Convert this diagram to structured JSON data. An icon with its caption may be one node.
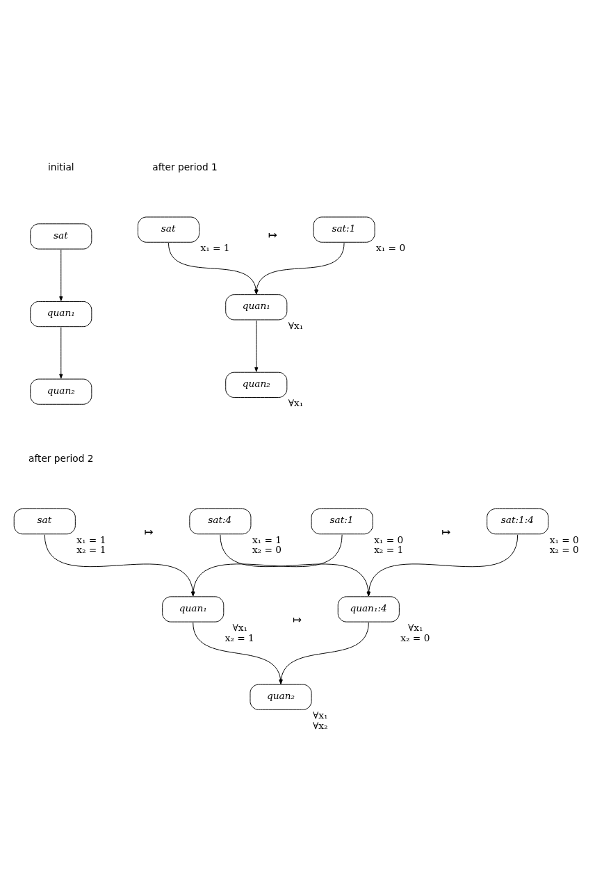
{
  "diagram": {
    "nodes": [
      {
        "text": [
          "sat"
        ]
      },
      {
        "text": [
          "quan₁"
        ]
      },
      {
        "text": [
          "quan₂"
        ]
      },
      {
        "text": [
          "sat"
        ],
        "beside": [
          "x₁ = 1"
        ]
      },
      {
        "text": [
          "sat:1"
        ],
        "beside": [
          "x₁ = 0"
        ]
      },
      {
        "text": [
          "quan₁"
        ],
        "beside": [
          "∀x₁"
        ]
      },
      {
        "text": [
          "quan₂"
        ],
        "beside": [
          "∀x₁"
        ]
      },
      {
        "text": [
          "sat"
        ],
        "beside": [
          "x₁ = 1",
          "x₂ = 1"
        ]
      },
      {
        "text": [
          "sat:4"
        ],
        "beside": [
          "x₁ = 1",
          "x₂ = 0"
        ]
      },
      {
        "text": [
          "sat:1"
        ],
        "beside": [
          "x₁ = 0",
          "x₂ = 1"
        ]
      },
      {
        "text": [
          "sat:1:4"
        ],
        "beside": [
          "x₁ = 0",
          "x₂ = 0"
        ]
      },
      {
        "text": [
          "quan₁"
        ],
        "beside": [
          "∀x₁",
          "x₂ = 1"
        ]
      },
      {
        "text": [
          "quan₁:4"
        ],
        "beside": [
          "∀x₁",
          "x₂ = 0"
        ]
      },
      {
        "text": [
          "quan₂"
        ],
        "beside": [
          "∀x₁",
          "∀x₂"
        ]
      }
    ],
    "edges": [
      {
        "from": 0,
        "to": 1,
        "arrow": "to"
      },
      {
        "from": 1,
        "to": 2,
        "arrow": "to"
      },
      {
        "from": 3,
        "to": 5,
        "arrow": "to"
      },
      {
        "from": 4,
        "to": 5,
        "arrow": "to"
      },
      {
        "from": 5,
        "to": 6,
        "arrow": "to"
      },
      {
        "from": 7,
        "to": 11,
        "arrow": "to"
      },
      {
        "from": 8,
        "to": 12,
        "arrow": "to"
      },
      {
        "from": 9,
        "to": 11,
        "arrow": "to"
      },
      {
        "from": 10,
        "to": 12,
        "arrow": "to"
      },
      {
        "from": 11,
        "to": 13,
        "arrow": "to"
      },
      {
        "from": 12,
        "to": 13,
        "arrow": "to"
      }
    ],
    "labels": [
      "initial",
      "after period 1",
      "↦",
      "after period 2",
      "↦",
      "↦",
      "↦"
    ]
  }
}
